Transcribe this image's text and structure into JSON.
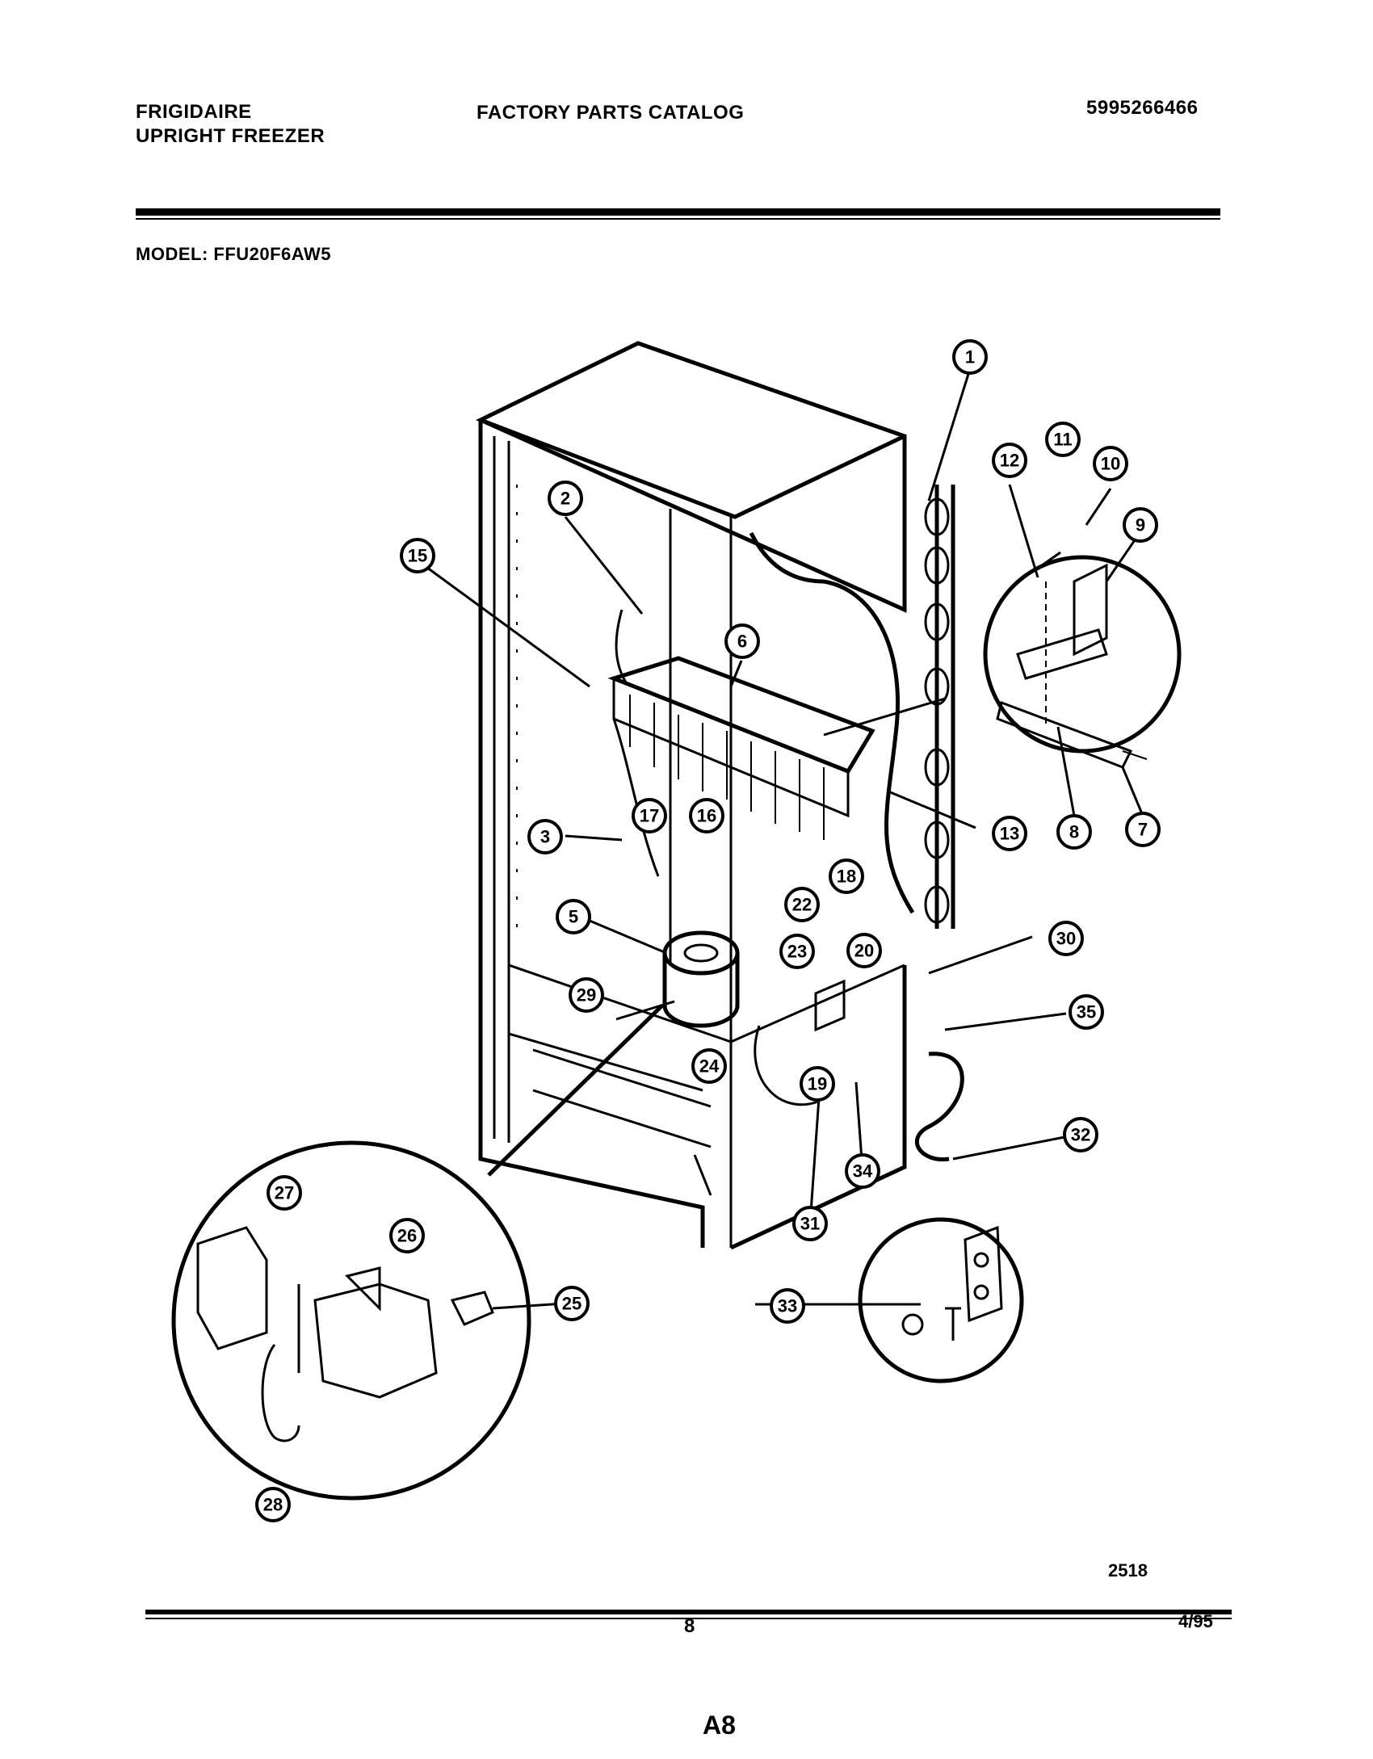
{
  "header": {
    "brand_line1": "FRIGIDAIRE",
    "brand_line2": "UPRIGHT FREEZER",
    "catalog_title": "FACTORY PARTS CATALOG",
    "publication_number": "5995266466",
    "model_label": "MODEL: FFU20F6AW5"
  },
  "footer": {
    "figure_code": "2518",
    "page_number": "8",
    "date": "4/95",
    "sheet": "A8"
  },
  "callouts": [
    "1",
    "2",
    "3",
    "5",
    "6",
    "7",
    "8",
    "9",
    "10",
    "11",
    "12",
    "13",
    "15",
    "16",
    "17",
    "18",
    "19",
    "20",
    "22",
    "23",
    "24",
    "25",
    "26",
    "27",
    "28",
    "29",
    "30",
    "31",
    "32",
    "33",
    "34",
    "35"
  ]
}
